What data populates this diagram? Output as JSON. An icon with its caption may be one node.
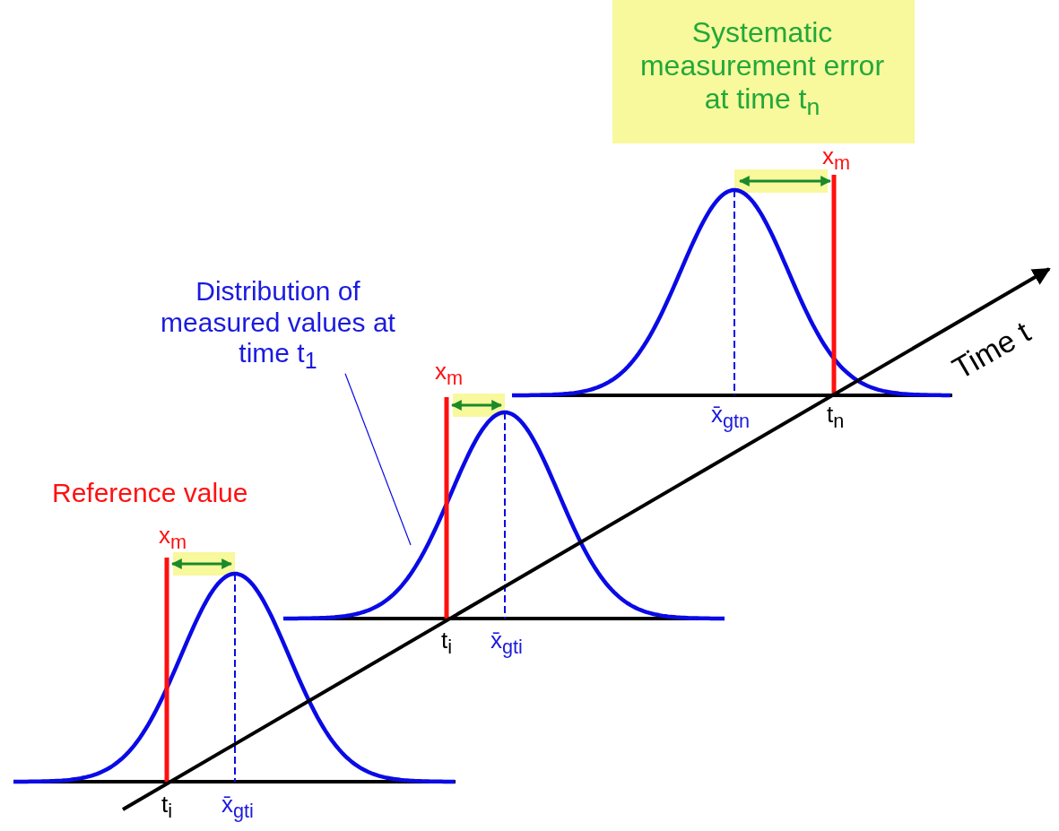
{
  "diagram": {
    "nodes": [
      {
        "text": [
          "Distribution of measured values at time t$_{1}$"
        ]
      },
      {
        "text": [],
        "shape": "curve"
      }
    ],
    "edges": [
      {
        "from": 0,
        "to": 1,
        "arrow": "none"
      }
    ],
    "labels": [
      "Systematic measurement error at time t$_{n}$",
      "x$_{m}$",
      "Time t",
      "x$_{m}$",
      "x̄$_{gtn}$",
      "t$_{n}$",
      "Reference value",
      "x$_{m}$",
      "t$_{i}$",
      "x̄$_{gti}$",
      "t$_{i}$",
      "x̄$_{gti}$"
    ]
  }
}
